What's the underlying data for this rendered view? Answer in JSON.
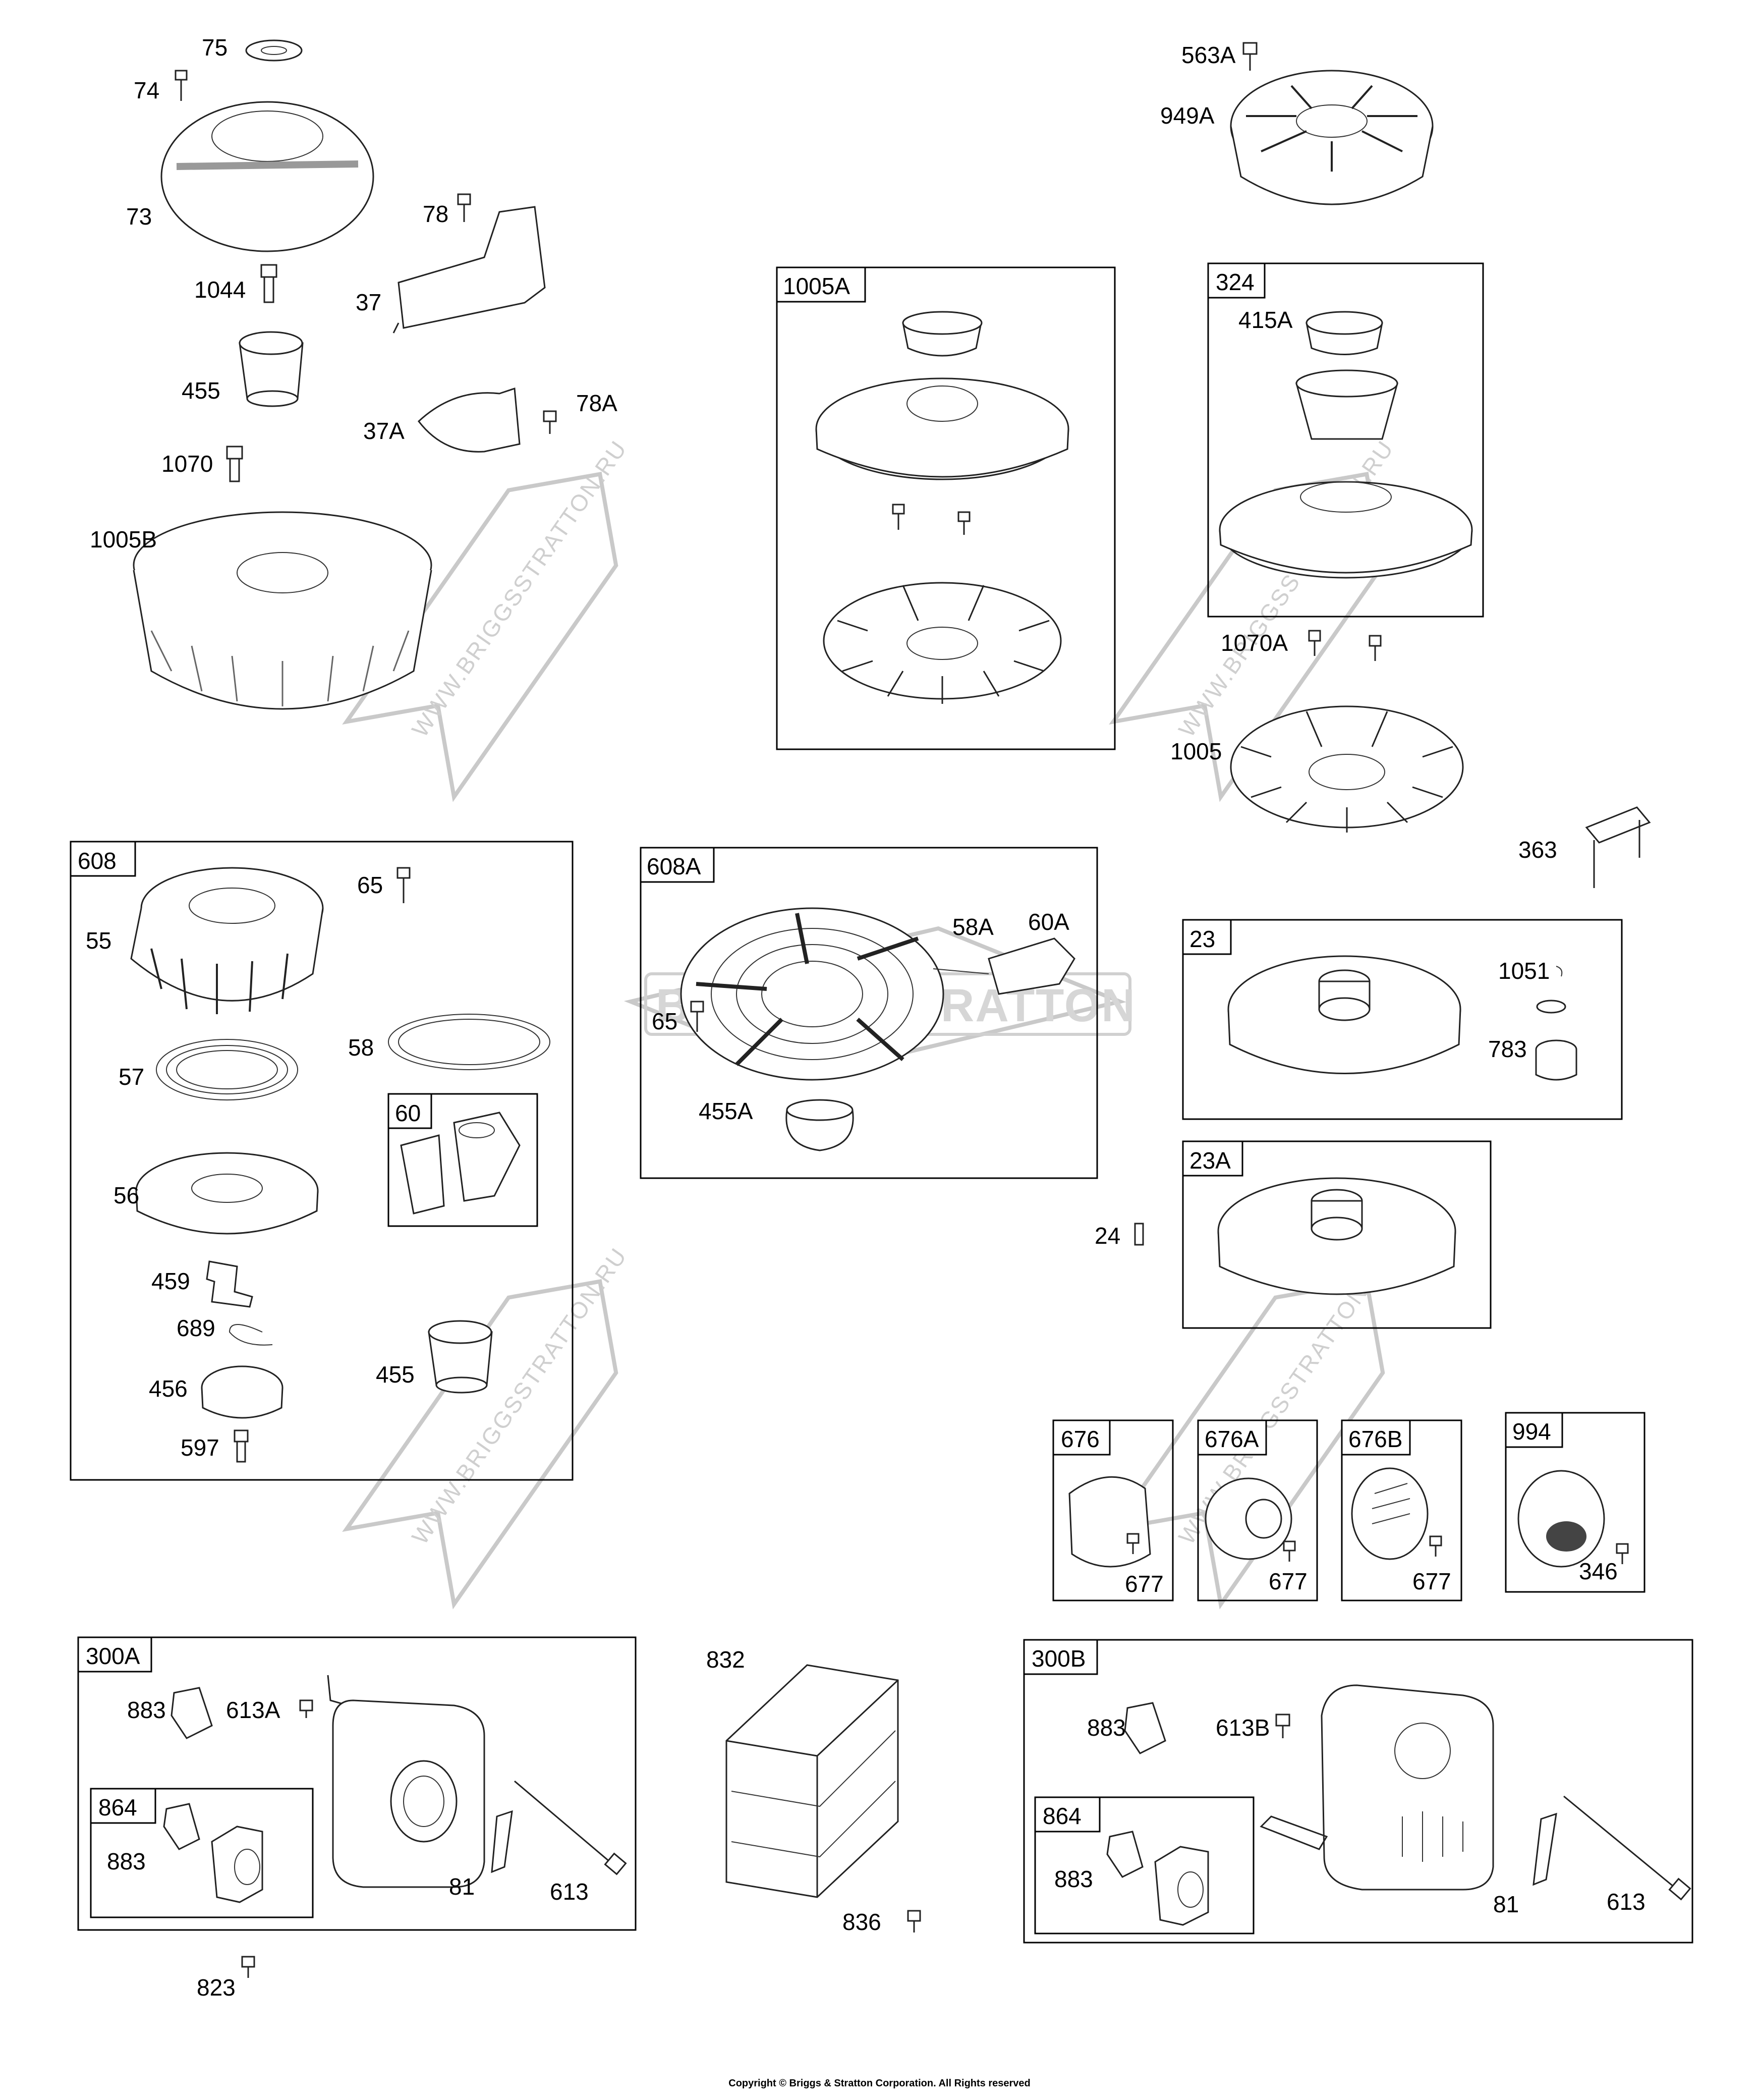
{
  "watermark": {
    "site": "WWW.BRIGGSSTRATTON.RU",
    "brand": "BRIGGS&STRATTON"
  },
  "copyright": "Copyright © Briggs & Stratton Corporation. All Rights reserved",
  "loose_parts": [
    "75",
    "74",
    "73",
    "78",
    "1044",
    "37",
    "455",
    "37A",
    "78A",
    "1070",
    "1005B",
    "563A",
    "949A",
    "1070A",
    "1005",
    "363",
    "24",
    "832",
    "836",
    "823"
  ],
  "groups": [
    {
      "id": "1005A",
      "parts": []
    },
    {
      "id": "324",
      "parts": [
        "415A"
      ]
    },
    {
      "id": "608",
      "parts": [
        "65",
        "55",
        "58",
        "57",
        "56",
        "459",
        "689",
        "456",
        "597",
        "455"
      ]
    },
    {
      "id": "60",
      "parts": []
    },
    {
      "id": "608A",
      "parts": [
        "58A",
        "60A",
        "65",
        "455A"
      ]
    },
    {
      "id": "23",
      "parts": [
        "1051",
        "783"
      ]
    },
    {
      "id": "23A",
      "parts": []
    },
    {
      "id": "676",
      "parts": [
        "677"
      ]
    },
    {
      "id": "676A",
      "parts": [
        "677"
      ]
    },
    {
      "id": "676B",
      "parts": [
        "677"
      ]
    },
    {
      "id": "994",
      "parts": [
        "346"
      ]
    },
    {
      "id": "300A",
      "parts": [
        "883",
        "613A",
        "81",
        "613"
      ]
    },
    {
      "id": "864",
      "parts": [
        "883"
      ]
    },
    {
      "id": "300B",
      "parts": [
        "883",
        "613B",
        "81",
        "613"
      ]
    },
    {
      "id": "864",
      "parts": [
        "883"
      ]
    }
  ]
}
